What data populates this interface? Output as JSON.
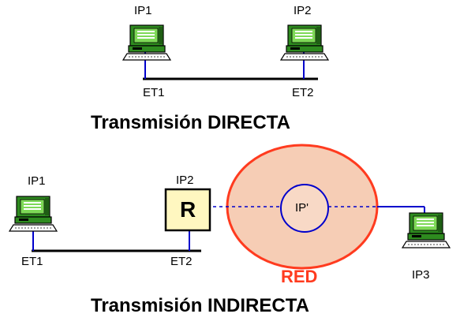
{
  "direct": {
    "title": "Transmisión DIRECTA",
    "host1": {
      "ip": "IP1",
      "et": "ET1"
    },
    "host2": {
      "ip": "IP2",
      "et": "ET2"
    }
  },
  "indirect": {
    "title": "Transmisión INDIRECTA",
    "host1": {
      "ip": "IP1",
      "et": "ET1"
    },
    "router": {
      "ip": "IP2",
      "et": "ET2",
      "label": "R"
    },
    "network": {
      "label": "RED",
      "inner_ip": "IP'"
    },
    "host3": {
      "ip": "IP3"
    }
  },
  "colors": {
    "computer": "#2e8b1f",
    "link": "#0000cc",
    "network_fill": "#f6cdb5",
    "network_border": "#ff3b1f",
    "router_fill": "#fff7c0"
  }
}
